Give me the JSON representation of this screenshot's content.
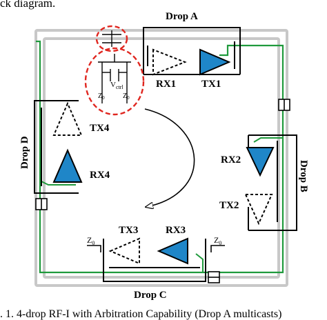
{
  "header_fragment": "ck diagram.",
  "drops": {
    "a": "Drop A",
    "b": "Drop B",
    "c": "Drop C",
    "d": "Drop D"
  },
  "blocks": {
    "rx1": "RX1",
    "tx1": "TX1",
    "rx2": "RX2",
    "tx2": "TX2",
    "tx3": "TX3",
    "rx3": "RX3",
    "tx4": "TX4",
    "rx4": "RX4"
  },
  "circuit": {
    "vctrl_main": "V",
    "vctrl_sub": "ctrl",
    "z0_main": "Z",
    "z0_sub": "0"
  },
  "caption": ". 1. 4-drop RF-I with Arbitration Capability (Drop A multicasts)",
  "colors": {
    "waveguide": "#c8c8c8",
    "signal": "#1f9a3c",
    "active_block": "#1f86c8",
    "highlight": "#e0261f",
    "outline": "#000000"
  }
}
